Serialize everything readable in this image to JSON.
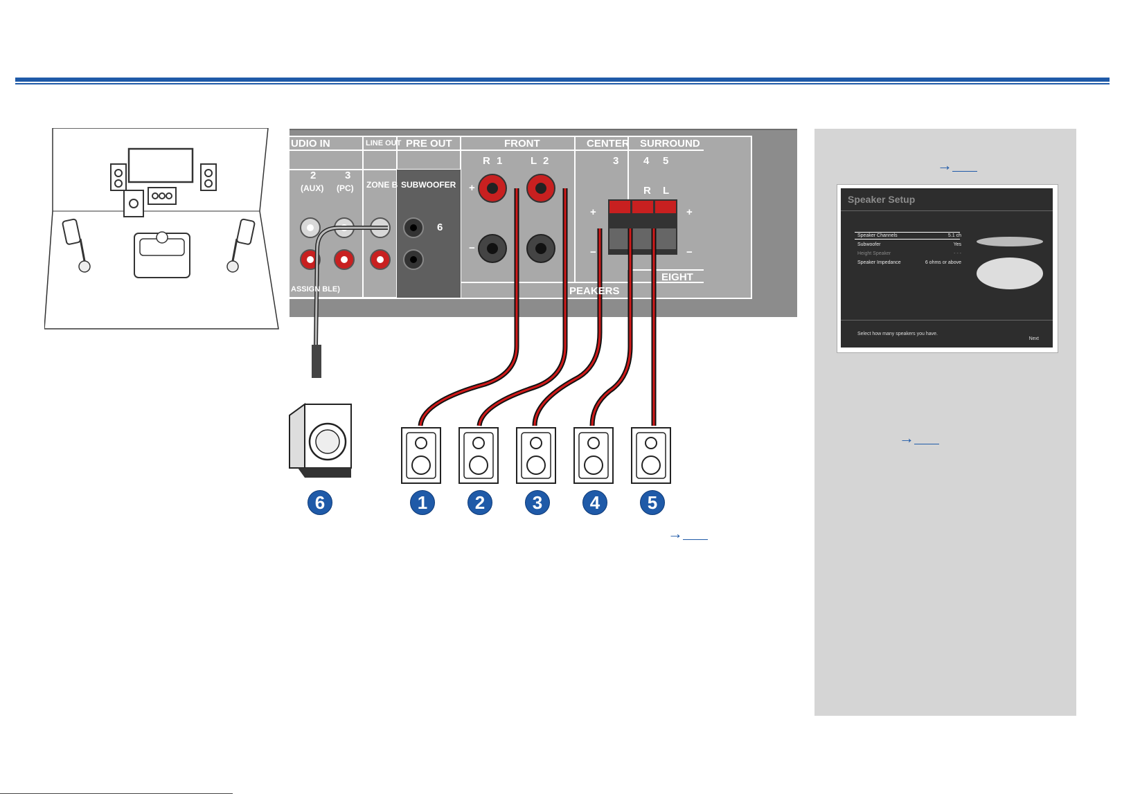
{
  "panel": {
    "audio_in": "UDIO IN",
    "line_out": "LINE OUT",
    "pre_out": "PRE OUT",
    "front": "FRONT",
    "center": "CENTER",
    "surround": "SURROUND",
    "input2": "2",
    "input2_sub": "(AUX)",
    "input3": "3",
    "input3_sub": "(PC)",
    "zone_b": "ZONE B",
    "subwoofer": "SUBWOOFER",
    "assignable": "ASSIGN BLE)",
    "speakers": "PEAKERS",
    "height": "EIGHT",
    "tag_r": "R",
    "tag_l": "L",
    "num1": "1",
    "num2": "2",
    "num3": "3",
    "num4": "4",
    "num5": "5",
    "num6": "6",
    "plus": "+",
    "minus": "−"
  },
  "badges": [
    "6",
    "1",
    "2",
    "3",
    "4",
    "5"
  ],
  "links": {
    "arrow": "→"
  },
  "osd": {
    "title": "Speaker Setup",
    "rows": [
      {
        "label": "Speaker Channels",
        "value": "5.1 ch"
      },
      {
        "label": "Subwoofer",
        "value": "Yes"
      },
      {
        "label": "Height Speaker",
        "value": "- - -"
      },
      {
        "label": "Speaker Impedance",
        "value": "6 ohms or above"
      }
    ],
    "footer": "Select how many speakers you have.",
    "next": "Next"
  },
  "colors": {
    "accent": "#1f5aa8",
    "panel": "#a9a9a9",
    "sidebar": "#d5d5d5",
    "red_wire": "#d01a1a"
  }
}
